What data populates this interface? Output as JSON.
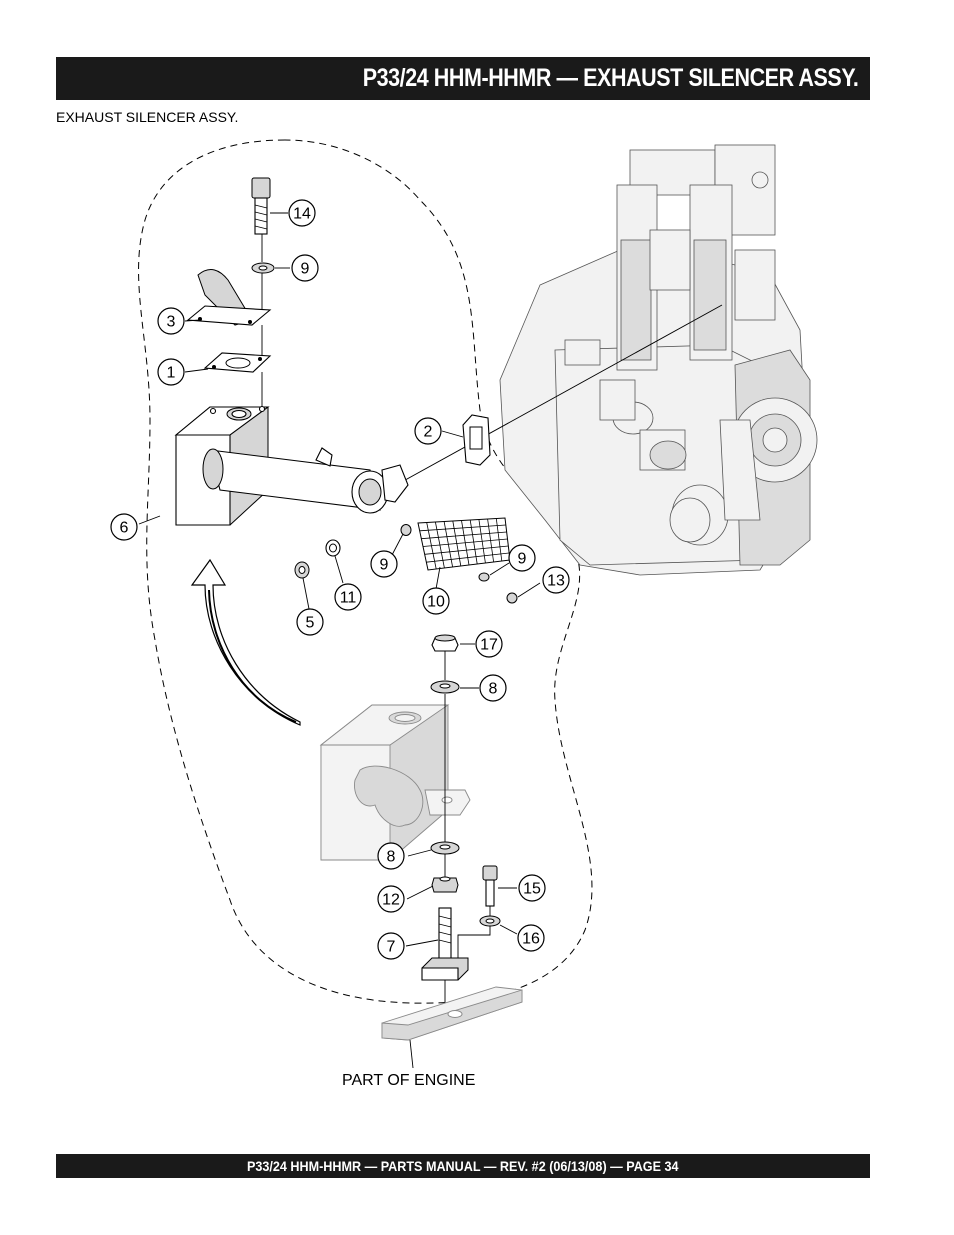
{
  "header": {
    "title": "P33/24 HHM-HHMR — EXHAUST SILENCER ASSY."
  },
  "section": {
    "subtitle": "EXHAUST SILENCER ASSY."
  },
  "diagram": {
    "caption": "PART OF ENGINE",
    "callouts": [
      "14",
      "9",
      "3",
      "1",
      "2",
      "6",
      "9",
      "11",
      "5",
      "10",
      "9",
      "13",
      "17",
      "8",
      "8",
      "12",
      "15",
      "7",
      "16"
    ]
  },
  "footer": {
    "text": "P33/24 HHM-HHMR — PARTS MANUAL — REV. #2 (06/13/08) — PAGE 34"
  }
}
